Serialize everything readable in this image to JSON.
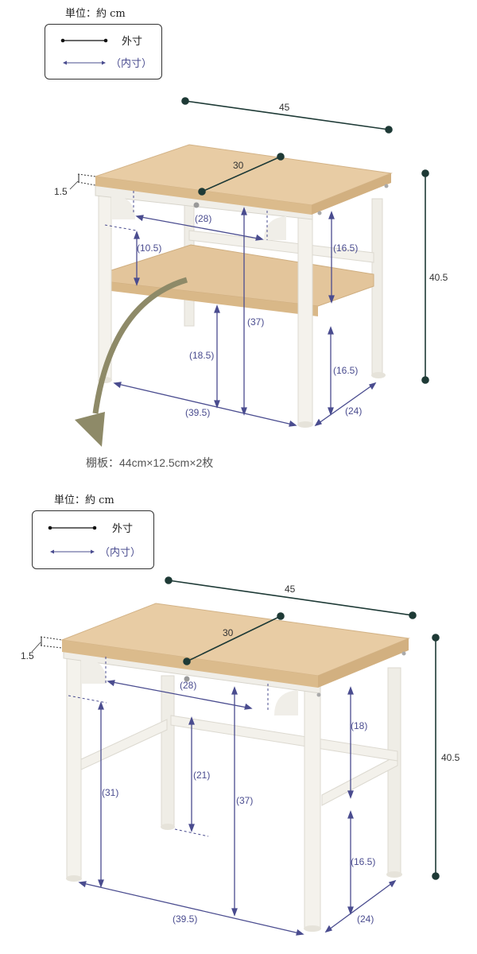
{
  "colors": {
    "outer_line": "#1e3a36",
    "inner_line": "#4a4c8f",
    "wood": "#e6c9a0",
    "wood_edge": "#d9b888",
    "frame": "#f2f0ea",
    "arrow_olive": "#8e8a68",
    "text": "#333333"
  },
  "panels": [
    {
      "unit_label": "単位：約 cm",
      "legend": {
        "outer": "外寸",
        "inner": "（内寸）"
      },
      "outer_dims": {
        "width": "45",
        "depth": "30",
        "height": "40.5",
        "top_thickness": "1.5"
      },
      "inner_dims": {
        "top_inner_width": "(28)",
        "top_to_shelf_left": "(10.5)",
        "top_to_shelf_right": "(16.5)",
        "shelf_to_floor_left": "(18.5)",
        "shelf_to_floor_right": "(16.5)",
        "top_to_floor": "(37)",
        "floor_width": "(39.5)",
        "floor_depth": "(24)"
      },
      "note": "棚板：44cm×12.5cm×2枚"
    },
    {
      "unit_label": "単位：約 cm",
      "legend": {
        "outer": "外寸",
        "inner": "（内寸）"
      },
      "outer_dims": {
        "width": "45",
        "depth": "30",
        "height": "40.5",
        "top_thickness": "1.5"
      },
      "inner_dims": {
        "top_inner_width": "(28)",
        "left_clearance": "(31)",
        "back_leg_clearance": "(21)",
        "top_to_floor": "(37)",
        "top_to_rail_right": "(18)",
        "rail_to_floor_right": "(16.5)",
        "floor_width": "(39.5)",
        "floor_depth": "(24)"
      }
    }
  ]
}
